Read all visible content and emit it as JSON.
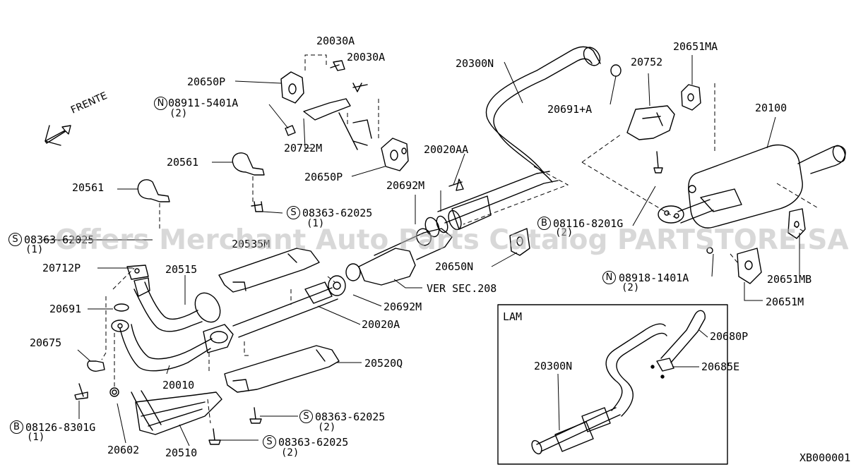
{
  "direction_label": "FRENTE",
  "watermark": "Offers Merchant Auto Parts Catalog PARTSTORE.SA",
  "inset_title": "LAM",
  "diagram_code": "XB000001",
  "reference_note": "VER SEC.208",
  "labels": {
    "p20030A_1": "20030A",
    "p20030A_2": "20030A",
    "p20650P_1": "20650P",
    "p08911": "08911-5401A",
    "p08911_qty": "(2)",
    "p20722M": "20722M",
    "p20650P_2": "20650P",
    "p20300N": "20300N",
    "p20691A": "20691+A",
    "p20752": "20752",
    "p20651MA": "20651MA",
    "p20100": "20100",
    "p20020AA": "20020AA",
    "p20692M_1": "20692M",
    "p20561_1": "20561",
    "p20561_2": "20561",
    "p08363_a": "08363-62025",
    "p08363_a_qty": "(1)",
    "p08363_b": "08363-62025",
    "p08363_b_qty": "(1)",
    "p20535M": "20535M",
    "p08116": "08116-8201G",
    "p08116_qty": "(2)",
    "p20650N": "20650N",
    "p20712P": "20712P",
    "p20515": "20515",
    "p08918": "08918-1401A",
    "p08918_qty": "(2)",
    "p20651MB": "20651MB",
    "p20651M": "20651M",
    "p20691": "20691",
    "p20692M_2": "20692M",
    "p20020A": "20020A",
    "p20675": "20675",
    "p20520Q": "20520Q",
    "p20010": "20010",
    "p08363_c": "08363-62025",
    "p08363_c_qty": "(2)",
    "p08126": "08126-8301G",
    "p08126_qty": "(1)",
    "p20602": "20602",
    "p20510": "20510",
    "p08363_d": "08363-62025",
    "p08363_d_qty": "(2)",
    "p20680P": "20680P",
    "p20300N_lam": "20300N",
    "p20685E": "20685E"
  },
  "prefix_symbols": {
    "n": "N",
    "s": "S",
    "b": "B"
  }
}
